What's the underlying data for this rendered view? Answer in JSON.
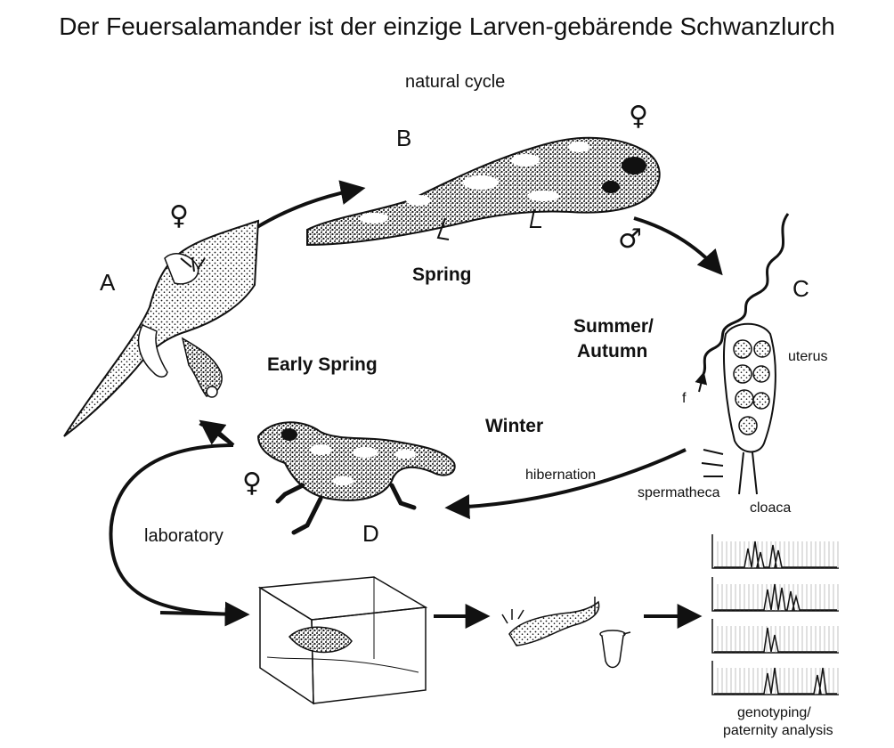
{
  "title": "Der Feuersalamander ist der einzige Larven-gebärende Schwanzlurch",
  "labels": {
    "natural_cycle": "natural cycle",
    "stage_a": "A",
    "stage_b": "B",
    "stage_c": "C",
    "stage_d": "D",
    "spring": "Spring",
    "summer": "Summer/",
    "autumn": "Autumn",
    "winter": "Winter",
    "early_spring": "Early Spring",
    "hibernation": "hibernation",
    "laboratory": "laboratory",
    "uterus": "uterus",
    "spermatheca": "spermatheca",
    "cloaca": "cloaca",
    "f_marker": "f",
    "genotyping_1": "genotyping/",
    "genotyping_2": "paternity analysis"
  },
  "symbols": {
    "female_a": "♀",
    "female_b": "♀",
    "male_b": "♂",
    "female_d": "♀"
  },
  "colors": {
    "ink": "#111111",
    "background": "#ffffff",
    "spots": "#ffffff"
  }
}
